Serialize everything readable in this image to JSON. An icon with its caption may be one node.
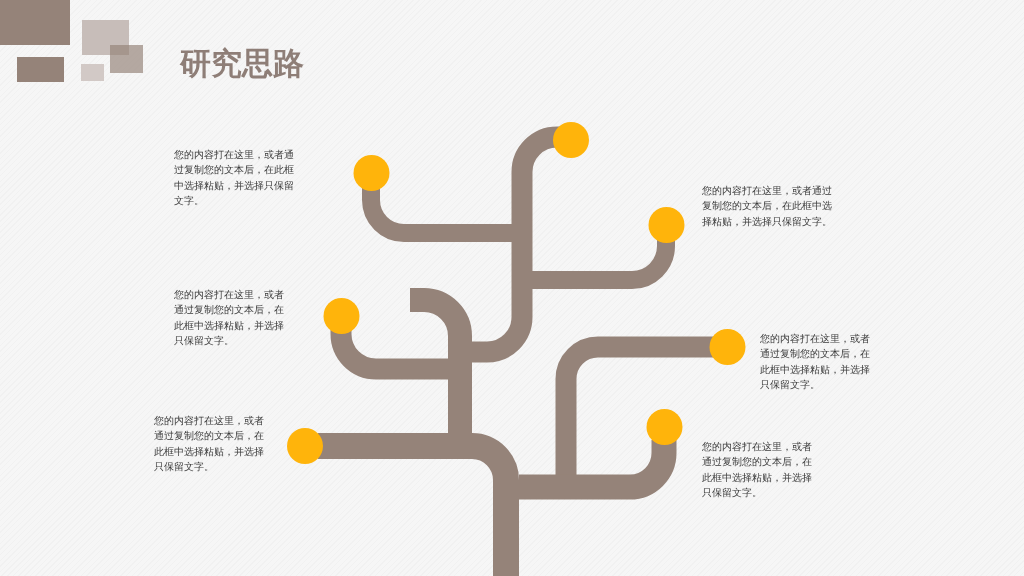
{
  "diagram": {
    "title": "研究思路",
    "labels": [
      "您的内容打在这里，或者通过复制您的文本后，在此框中选择粘贴，并选择只保留文字。",
      "您的内容打在这里，或者通过复制您的文本后，在此框中选择粘贴，并选择只保留文字。",
      "您的内容打在这里，或者通过复制您的文本后，在此框中选择粘贴，并选择只保留文字。",
      "您的内容打在这里，或者通过复制您的文本后，在此框中选择粘贴，并选择只保留文字。",
      "您的内容打在这里，或者通过复制您的文本后，在此框中选择粘贴，并选择只保留文字。",
      "您的内容打在这里，或者通过复制您的文本后，在此框中选择粘贴，并选择只保留文字。"
    ]
  }
}
